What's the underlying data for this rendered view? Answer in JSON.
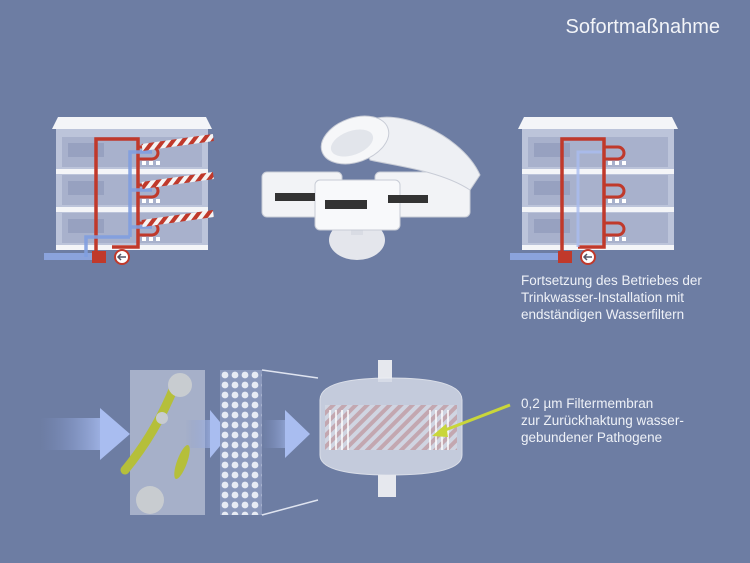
{
  "title": "Sofortmaßnahme",
  "caption_top": [
    "Fortsetzung des Betriebes der",
    "Trinkwasser-Installation mit",
    "endständigen Wasserfiltern"
  ],
  "caption_bottom": [
    "0,2 µm Filtermembran",
    "zur Zurückhaktung wasser-",
    "gebundener Pathogene"
  ],
  "colors": {
    "background": "#6d7da3",
    "hot_pipe": "#c0392b",
    "cold_pipe": "#7f9ee0",
    "pathogen": "#b5bf3a"
  }
}
